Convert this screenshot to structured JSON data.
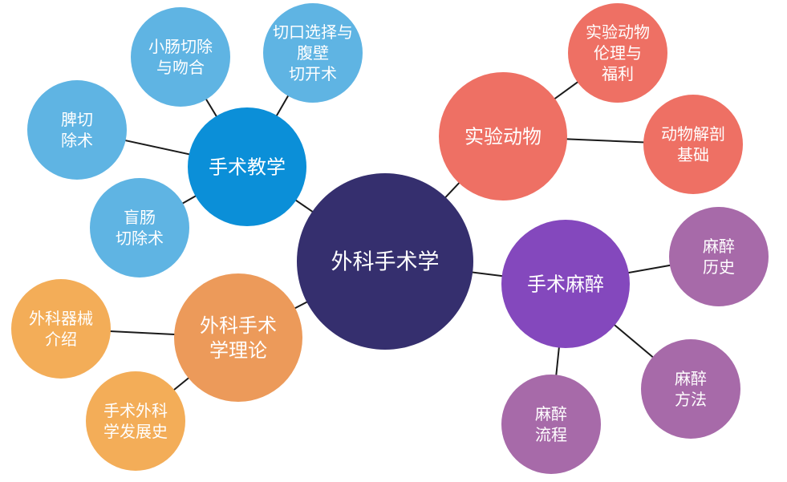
{
  "colors": {
    "center": "#352f6e",
    "teaching": "#0b8fd8",
    "teaching_child": "#5fb4e3",
    "animal": "#ee7064",
    "anesthesia": "#8448bd",
    "anesthesia_child": "#a76aa9",
    "theory": "#ec9a5a",
    "theory_child": "#f3ad58"
  },
  "center": {
    "lines": [
      "外科手术学"
    ]
  },
  "teaching": {
    "lines": [
      "手术教学"
    ],
    "children": [
      {
        "lines": [
          "小肠切除",
          "与吻合"
        ]
      },
      {
        "lines": [
          "切口选择与",
          "腹壁",
          "切开术"
        ]
      },
      {
        "lines": [
          "脾切",
          "除术"
        ]
      },
      {
        "lines": [
          "盲肠",
          "切除术"
        ]
      }
    ]
  },
  "animal": {
    "lines": [
      "实验动物"
    ],
    "children": [
      {
        "lines": [
          "实验动物",
          "伦理与",
          "福利"
        ]
      },
      {
        "lines": [
          "动物解剖",
          "基础"
        ]
      }
    ]
  },
  "anesthesia": {
    "lines": [
      "手术麻醉"
    ],
    "children": [
      {
        "lines": [
          "麻醉",
          "历史"
        ]
      },
      {
        "lines": [
          "麻醉",
          "方法"
        ]
      },
      {
        "lines": [
          "麻醉",
          "流程"
        ]
      }
    ]
  },
  "theory": {
    "lines": [
      "外科手术",
      "学理论"
    ],
    "children": [
      {
        "lines": [
          "外科器械",
          "介绍"
        ]
      },
      {
        "lines": [
          "手术外科",
          "学发展史"
        ]
      }
    ]
  }
}
